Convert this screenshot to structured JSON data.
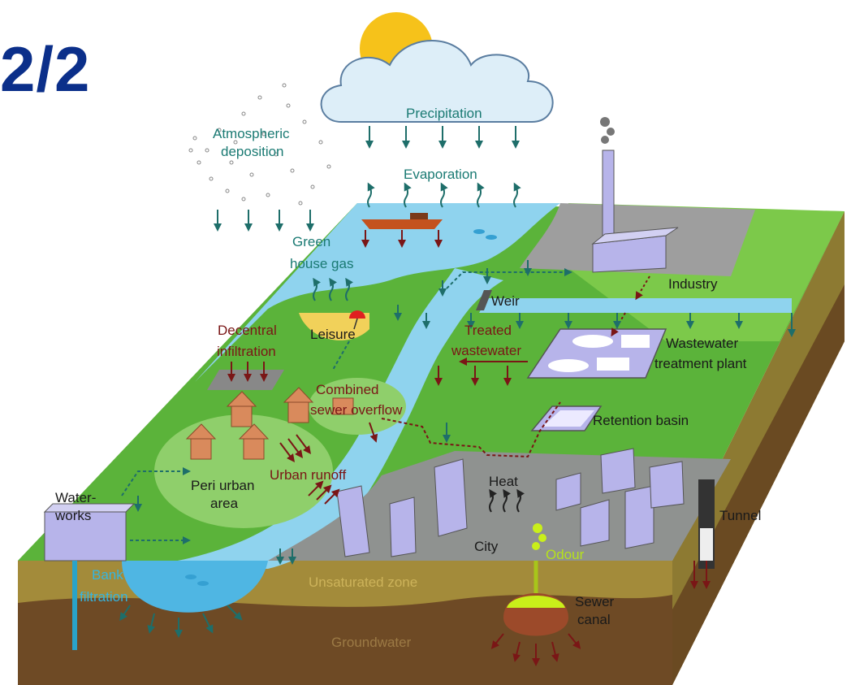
{
  "page_number": "2/2",
  "labels": {
    "precipitation": "Precipitation",
    "evaporation": "Evaporation",
    "atmospheric_1": "Atmospheric",
    "atmospheric_2": "deposition",
    "greenhouse_1": "Green",
    "greenhouse_2": "house gas",
    "industry": "Industry",
    "weir": "Weir",
    "leisure": "Leisure",
    "decentral_1": "Decentral",
    "decentral_2": "infiltration",
    "treated_1": "Treated",
    "treated_2": "wastewater",
    "wwtp_1": "Wastewater",
    "wwtp_2": "treatment plant",
    "cso_1": "Combined",
    "cso_2": "sewer overflow",
    "retention": "Retention basin",
    "peri_1": "Peri urban",
    "peri_2": "area",
    "runoff": "Urban runoff",
    "heat": "Heat",
    "waterworks_1": "Water-",
    "waterworks_2": "works",
    "tunnel": "Tunnel",
    "city": "City",
    "odour": "Odour",
    "bank_1": "Bank",
    "bank_2": "filtration",
    "unsaturated": "Unsaturated zone",
    "groundwater": "Groundwater",
    "sewer_1": "Sewer",
    "sewer_2": "canal"
  },
  "colors": {
    "title": "#0b2f8a",
    "teal_text": "#1a7a73",
    "darkred_text": "#7a1616",
    "water": "#8fd3ee",
    "grass": "#5bb33a",
    "odour": "#b6e21a"
  }
}
